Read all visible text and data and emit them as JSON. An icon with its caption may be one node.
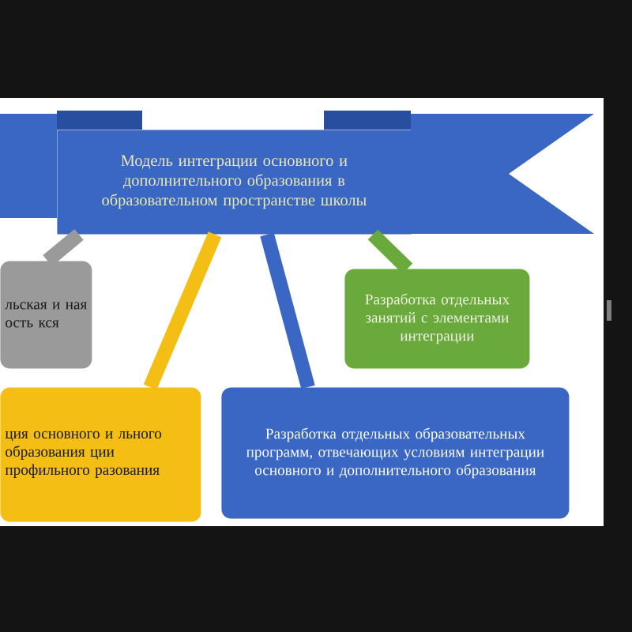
{
  "diagram": {
    "nodes": [
      {
        "text": [
          "Модель интеграции основного и дополнительного образования в образовательном пространстве школы"
        ]
      },
      {
        "text": [
          "льская и ная ость кся"
        ]
      },
      {
        "text": [
          "ция основного и льного образования ции профильного разования"
        ]
      },
      {
        "text": [
          "Разработка отдельных образовательных программ, отвечающих условиям интеграции основного и дополнительного образования"
        ]
      },
      {
        "text": [
          "Разработка отдельных занятий с элементами интеграции"
        ]
      }
    ],
    "edges": [
      {
        "from": 0,
        "to": 1,
        "arrow": "none",
        "color": "#9a9a9a"
      },
      {
        "from": 0,
        "to": 2,
        "arrow": "none",
        "color": "#f5be14"
      },
      {
        "from": 0,
        "to": 3,
        "arrow": "none",
        "color": "#3a66c4"
      },
      {
        "from": 0,
        "to": 4,
        "arrow": "none",
        "color": "#6aaa3c"
      }
    ]
  }
}
